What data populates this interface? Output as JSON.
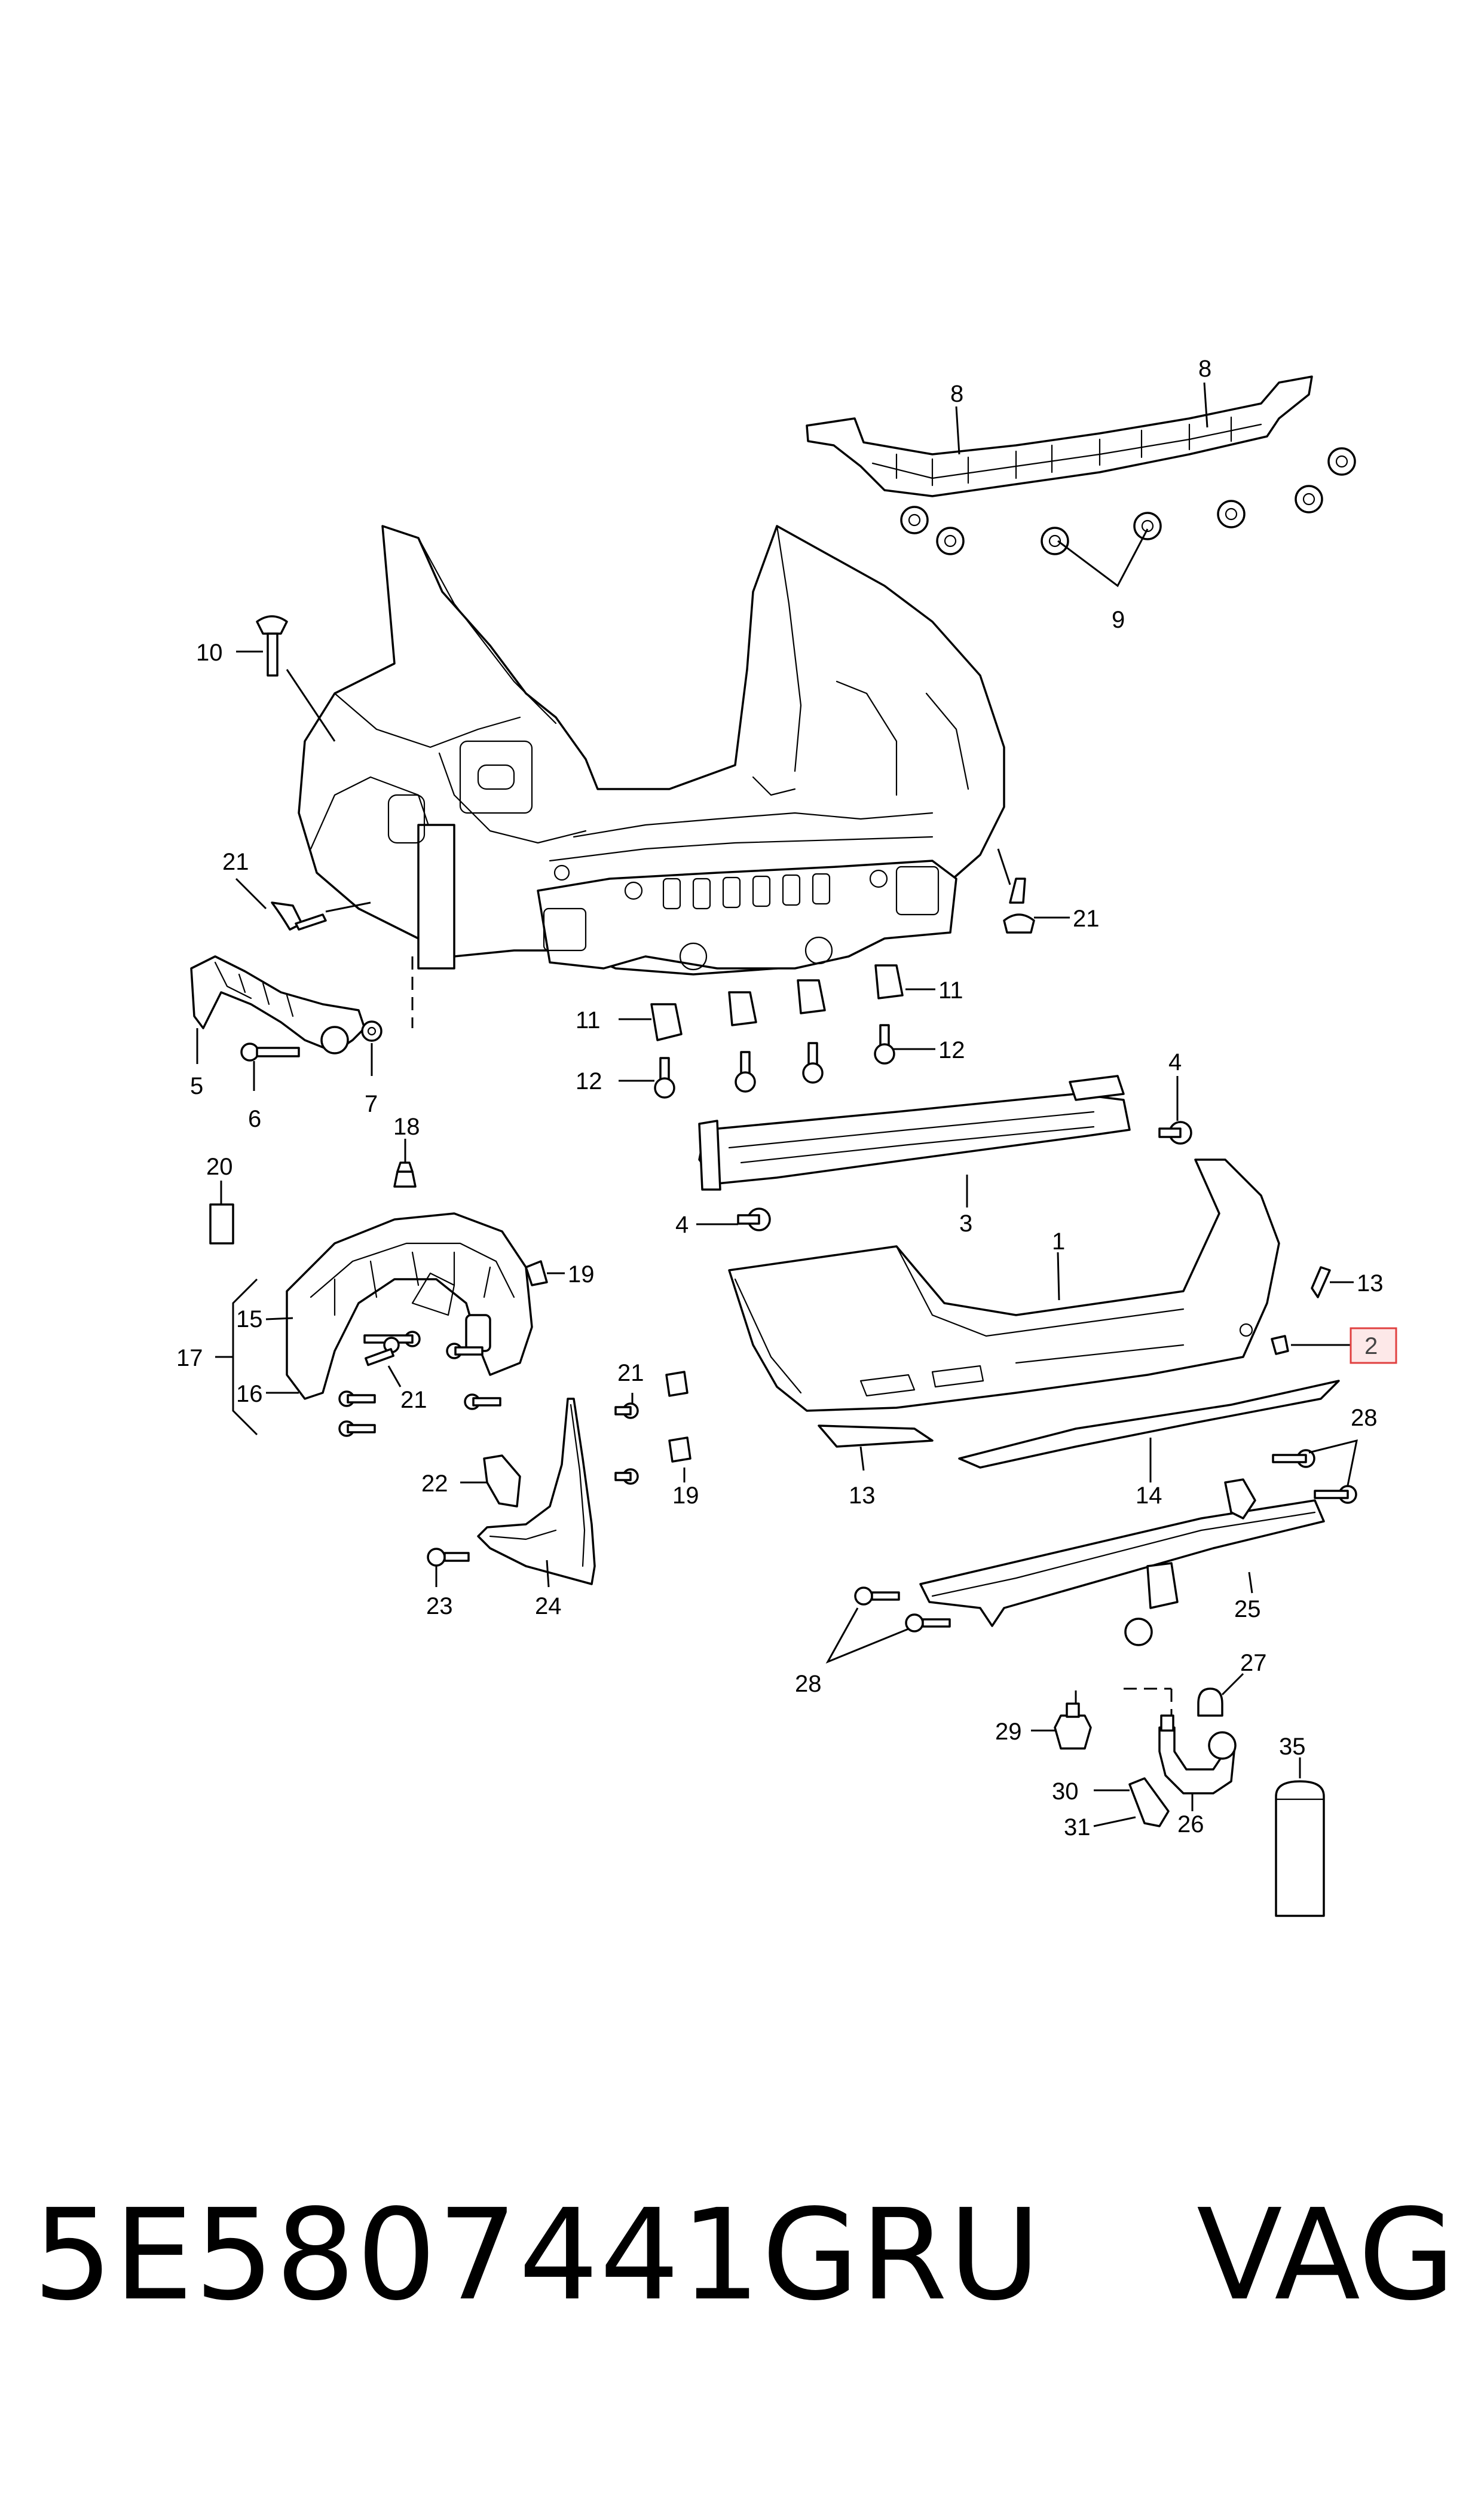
{
  "footer": {
    "part_number": "5E5807441GRU",
    "brand": "VAG"
  },
  "highlight_color": "#e04040",
  "callouts": {
    "c1": "1",
    "c2": "2",
    "c3": "3",
    "c4a": "4",
    "c4b": "4",
    "c5": "5",
    "c6": "6",
    "c7": "7",
    "c8a": "8",
    "c8b": "8",
    "c9": "9",
    "c10": "10",
    "c11a": "11",
    "c11b": "11",
    "c12a": "12",
    "c12b": "12",
    "c13a": "13",
    "c13b": "13",
    "c14": "14",
    "c15": "15",
    "c16": "16",
    "c17": "17",
    "c18": "18",
    "c19a": "19",
    "c19b": "19",
    "c20": "20",
    "c21a": "21",
    "c21b": "21",
    "c21c": "21",
    "c21d": "21",
    "c22": "22",
    "c23": "23",
    "c24": "24",
    "c25": "25",
    "c26": "26",
    "c27": "27",
    "c28a": "28",
    "c28b": "28",
    "c29": "29",
    "c30": "30",
    "c31": "31",
    "c35": "35"
  }
}
